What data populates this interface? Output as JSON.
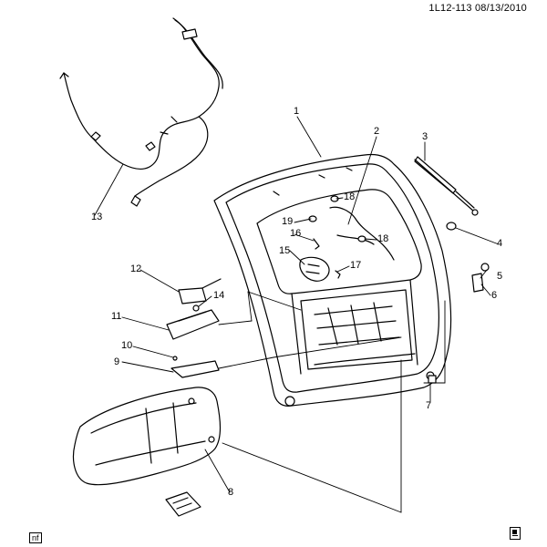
{
  "header": {
    "diagram_code": "1L12-113",
    "date": "08/13/2010"
  },
  "callouts": [
    "1",
    "2",
    "3",
    "4",
    "5",
    "6",
    "7",
    "8",
    "9",
    "10",
    "11",
    "12",
    "13",
    "14",
    "15",
    "16",
    "17",
    "18",
    "18",
    "19"
  ],
  "footer": {
    "left_mark": "nf"
  }
}
